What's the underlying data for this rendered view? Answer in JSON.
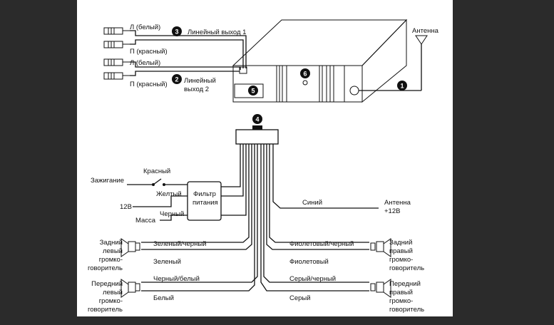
{
  "colors": {
    "frame": "#2b2b2b",
    "paper": "#ffffff",
    "ink": "#111111"
  },
  "rca_outputs": {
    "left_white_1": "Л (белый)",
    "right_red_1": "П (красный)",
    "left_white_2": "Л (белый)",
    "right_red_2": "П (красный)",
    "line_out_1": "Линейный выход 1",
    "line_out_2_a": "Линейный",
    "line_out_2_b": "выход 2"
  },
  "antenna_label": "Антенна",
  "badges": {
    "b1": "1",
    "b2": "2",
    "b3": "3",
    "b4": "4",
    "b5": "5",
    "b6": "6"
  },
  "power": {
    "ignition": "Зажигание",
    "red": "Красный",
    "yellow": "Желтый",
    "v12": "12В",
    "black": "Черный",
    "ground": "Масса",
    "filter_a": "Фильтр",
    "filter_b": "питания"
  },
  "antenna_wire": {
    "blue": "Синий",
    "label_a": "Антенна",
    "label_b": "+12В"
  },
  "speakers": {
    "rear_left": [
      "Задний",
      "левый",
      "громко-",
      "говоритель"
    ],
    "front_left": [
      "Передний",
      "левый",
      "громко-",
      "говоритель"
    ],
    "rear_right": [
      "Задний",
      "правый",
      "громко-",
      "говоритель"
    ],
    "front_right": [
      "Передний",
      "правый",
      "громко-",
      "говоритель"
    ]
  },
  "speaker_wires": {
    "green_black": "Зеленый/черный",
    "green": "Зеленый",
    "black_white": "Черный/белый",
    "white": "Белый",
    "violet_black": "Фиолетовый/черный",
    "violet": "Фиолетовый",
    "gray_black": "Серый/черный",
    "gray": "Серый"
  }
}
